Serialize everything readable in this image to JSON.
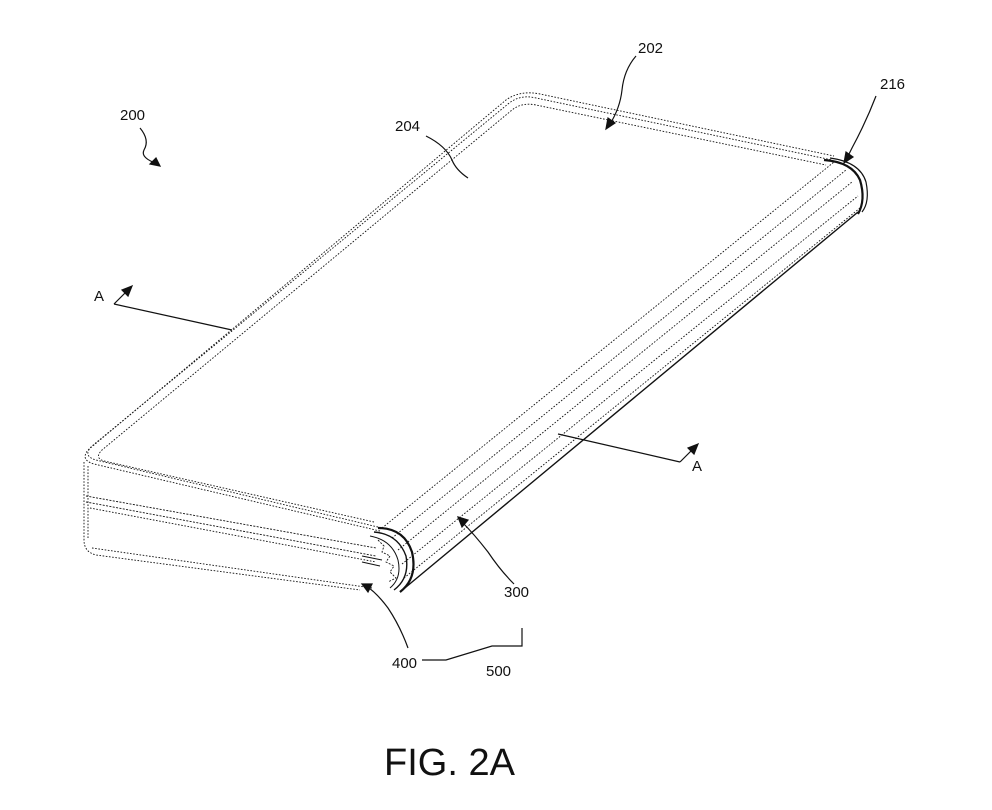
{
  "figure": {
    "caption": "FIG. 2A"
  },
  "labels": {
    "device": "200",
    "cover_edge": "202",
    "screen": "204",
    "end_cap": "216",
    "section_marker_left": "A",
    "section_marker_right": "A",
    "roller": "300",
    "end_profile": "400",
    "assembly": "500"
  },
  "colors": {
    "line": "#111111",
    "background": "#ffffff"
  }
}
